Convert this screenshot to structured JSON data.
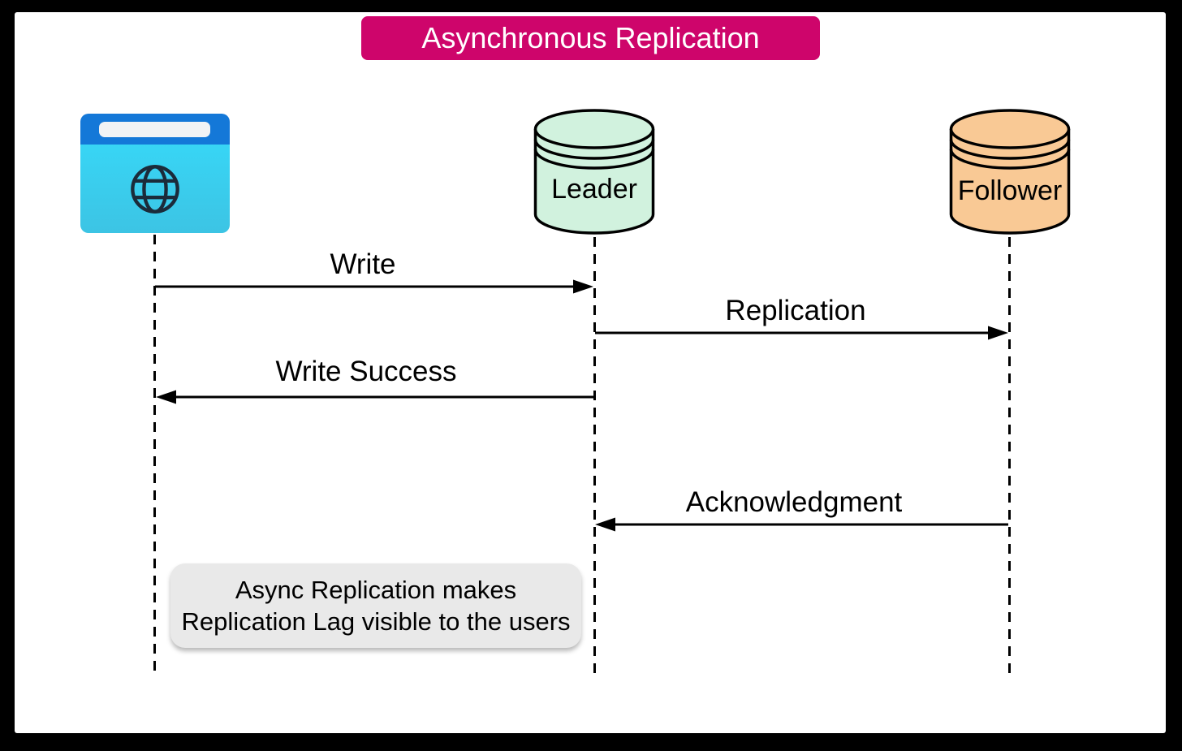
{
  "diagram": {
    "title": "Asynchronous Replication"
  },
  "colors": {
    "title_bg": "#CE056B",
    "title_text": "#FFFFFF",
    "leader_fill": "#D1F2DE",
    "follower_fill": "#F9C995",
    "browser_header_blue": "#1478D8",
    "browser_body_cyan": "#38D5F5",
    "note_bg": "#E9E9E9",
    "line_color": "#000000",
    "frame_color": "#000000"
  },
  "icons": {
    "client": "globe-browser-icon"
  },
  "actors": {
    "client": {
      "type": "browser"
    },
    "leader": {
      "label": "Leader",
      "type": "database"
    },
    "follower": {
      "label": "Follower",
      "type": "database"
    }
  },
  "messages": [
    {
      "label": "Write",
      "from": "client",
      "to": "leader",
      "direction": "right"
    },
    {
      "label": "Replication",
      "from": "leader",
      "to": "follower",
      "direction": "right"
    },
    {
      "label": "Write Success",
      "from": "leader",
      "to": "client",
      "direction": "left"
    },
    {
      "label": "Acknowledgment",
      "from": "follower",
      "to": "leader",
      "direction": "left"
    }
  ],
  "note": {
    "line1": "Async Replication makes",
    "line2": "Replication Lag visible to the users"
  }
}
